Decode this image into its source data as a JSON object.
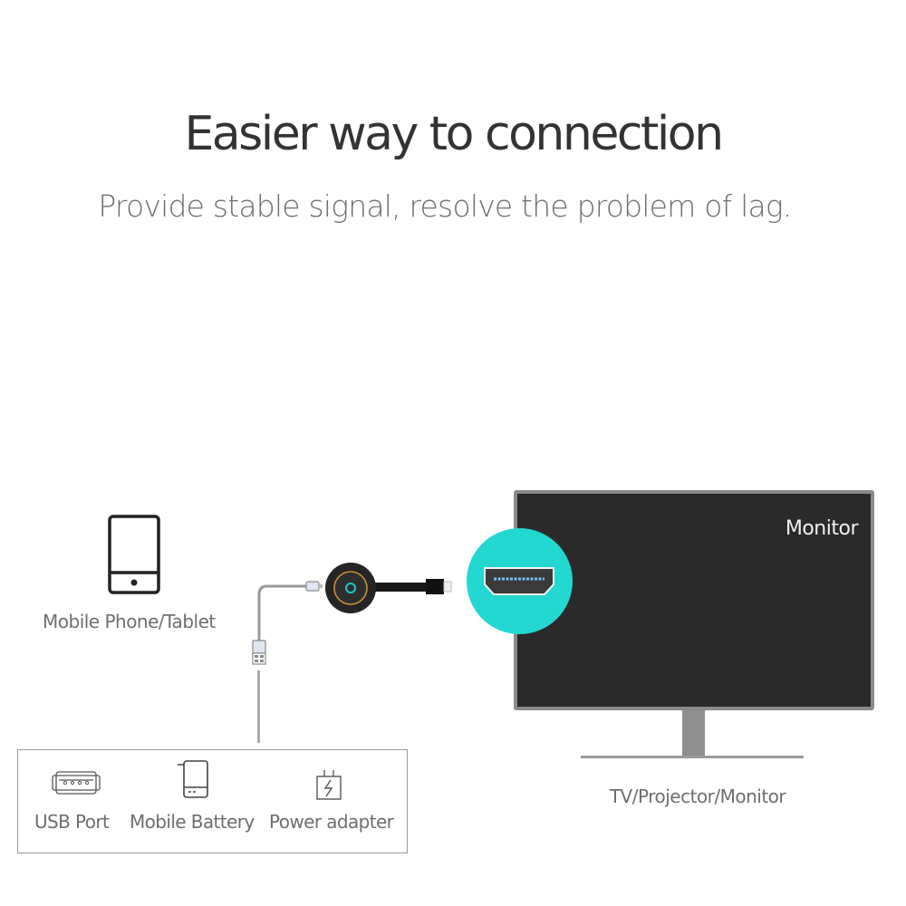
{
  "header": {
    "title": "Easier way to connection",
    "subtitle": "Provide stable signal, resolve the problem of lag."
  },
  "source_device": {
    "icon": "tablet-icon",
    "label": "Mobile Phone/Tablet"
  },
  "dongle": {
    "icon": "wireless-display-dongle",
    "ring_color": "#c8902e",
    "led_color": "#22c4c0"
  },
  "hdmi_badge": {
    "icon": "hdmi-port-icon",
    "color": "#22d8d0"
  },
  "display": {
    "screen_label": "Monitor",
    "caption": "TV/Projector/Monitor"
  },
  "power_sources": {
    "items": [
      {
        "icon": "usb-port-icon",
        "label": "USB Port"
      },
      {
        "icon": "power-bank-icon",
        "label": "Mobile Battery"
      },
      {
        "icon": "power-adapter-icon",
        "label": "Power adapter"
      }
    ]
  }
}
